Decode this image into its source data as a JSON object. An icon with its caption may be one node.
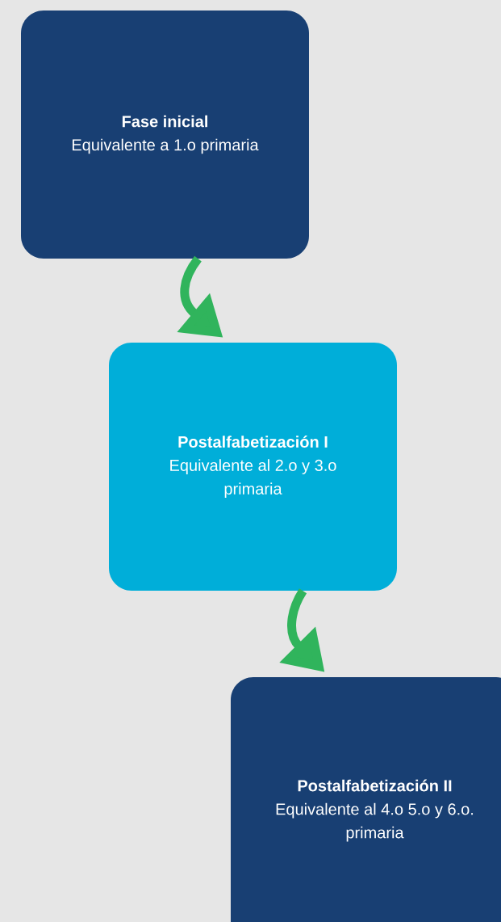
{
  "diagram": {
    "nodes": [
      {
        "text": [
          "Fase inicial",
          "Equivalente a 1.o primaria"
        ]
      },
      {
        "text": [
          "Postalfabetización I",
          "Equivalente al 2.o y 3.o primaria"
        ]
      },
      {
        "text": [
          "Postalfabetización II",
          "Equivalente al 4.o 5.o y 6.o. primaria"
        ]
      }
    ],
    "edges": [
      {
        "from": 0,
        "to": 1,
        "arrow": "to"
      },
      {
        "from": 1,
        "to": 2,
        "arrow": "to"
      }
    ]
  }
}
